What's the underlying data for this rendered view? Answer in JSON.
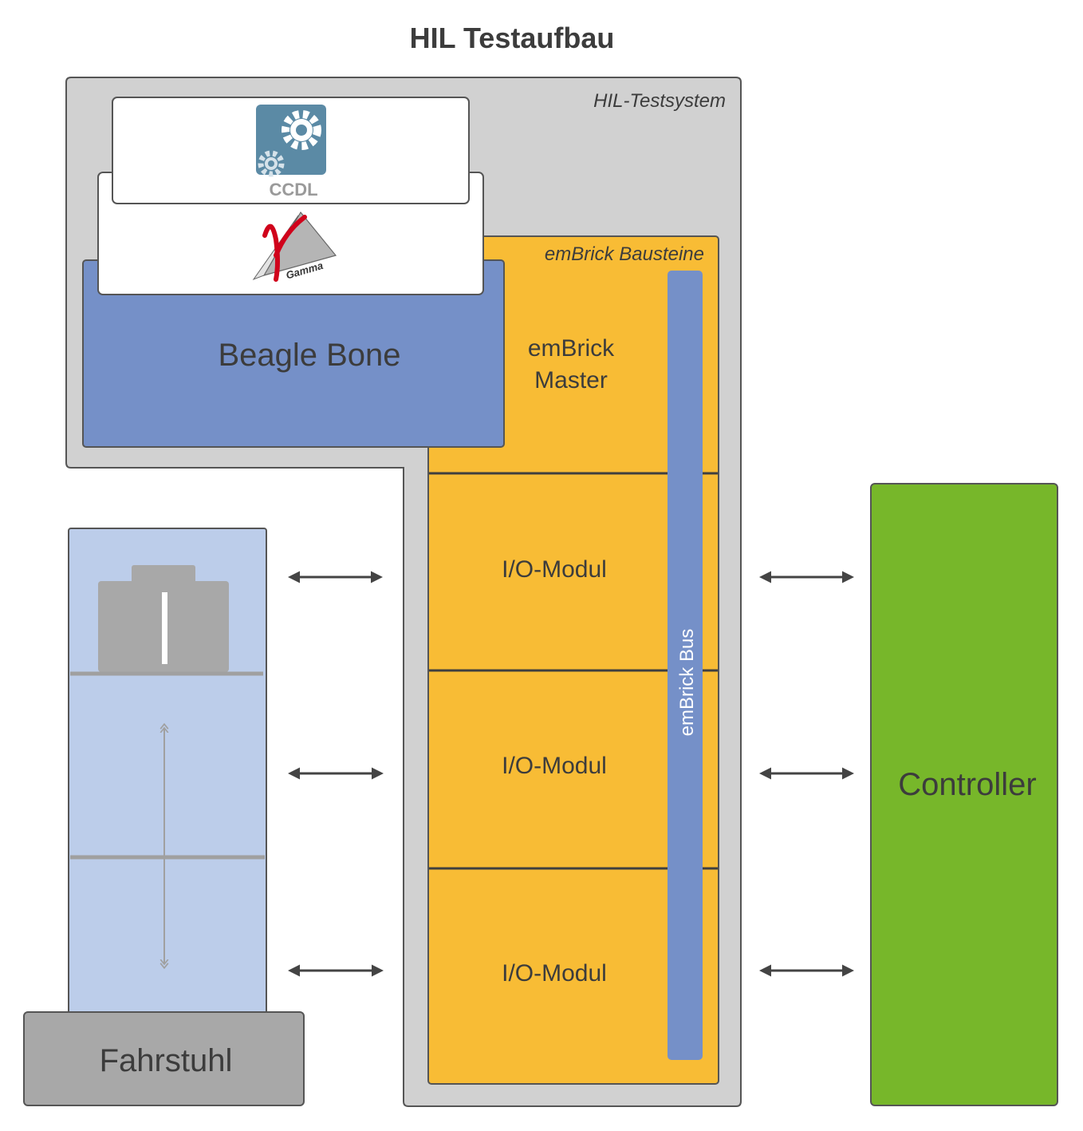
{
  "title": "HIL Testaufbau",
  "hil_system": {
    "label": "HIL-Testsystem"
  },
  "ccdl": {
    "label": "CCDL"
  },
  "gamma": {
    "label": "Gamma"
  },
  "beagle_bone": {
    "label": "Beagle Bone"
  },
  "embrick": {
    "label": "emBrick Bausteine",
    "master_line1": "emBrick",
    "master_line2": "Master",
    "modules": [
      "I/O-Modul",
      "I/O-Modul",
      "I/O-Modul"
    ],
    "bus_label": "emBrick Bus"
  },
  "elevator": {
    "label": "Fahrstuhl"
  },
  "controller": {
    "label": "Controller"
  },
  "colors": {
    "hil_gray": "#d1d1d1",
    "embrick_yellow": "#f8bc35",
    "beagle_blue": "#7590c8",
    "elevator_blue": "#bccdea",
    "controller_green": "#77b72a",
    "fahrstuhl_gray": "#a8a8a8",
    "ccdl_blue": "#5b8aa5",
    "gamma_red": "#d0021b"
  }
}
